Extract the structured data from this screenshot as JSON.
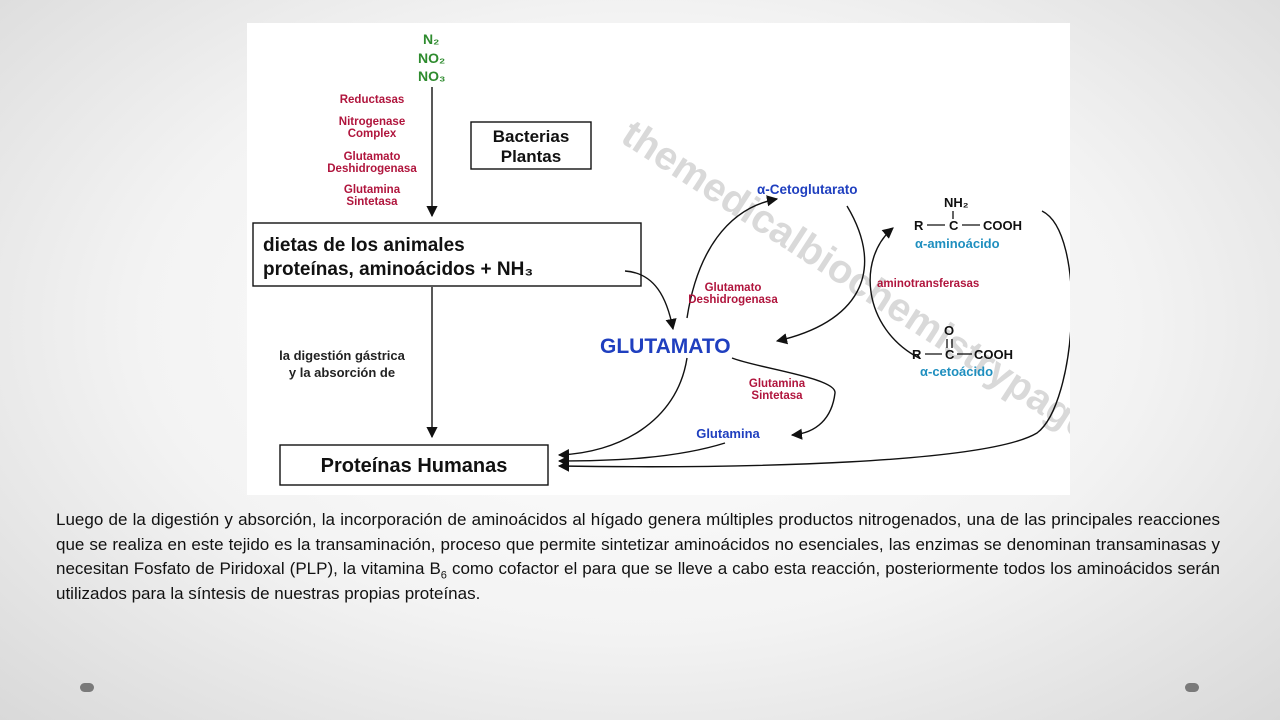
{
  "diagram": {
    "sources": {
      "n2": "N₂",
      "no2": "NO₂",
      "no3": "NO₃"
    },
    "enzymes_left": {
      "reductasas": "Reductasas",
      "nitrogenase_1": "Nitrogenase",
      "nitrogenase_2": "Complex",
      "glutamato_dh_1": "Glutamato",
      "glutamato_dh_2": "Deshidrogenasa",
      "glutamina_s_1": "Glutamina",
      "glutamina_s_2": "Sintetasa"
    },
    "box_bacterias": {
      "line1": "Bacterias",
      "line2": "Plantas"
    },
    "box_dietas": {
      "line1": "dietas de los animales",
      "line2": "proteínas, aminoácidos + NH₃"
    },
    "digestion": {
      "line1": "la digestión gástrica",
      "line2": "y la absorción de"
    },
    "box_proteinas": "Proteínas Humanas",
    "cetoglutarato": "α-Cetoglutarato",
    "glutamato_dh_right_1": "Glutamato",
    "glutamato_dh_right_2": "Deshidrogenasa",
    "glutamato": "GLUTAMATO",
    "glutamina_s_right_1": "Glutamina",
    "glutamina_s_right_2": "Sintetasa",
    "glutamina": "Glutamina",
    "aminotransferasas": "aminotransferasas",
    "amino_acid": {
      "nh2": "NH₂",
      "r": "R",
      "c": "C",
      "cooh": "COOH",
      "name": "α-aminoácido"
    },
    "keto_acid": {
      "o": "O",
      "r": "R",
      "c": "C",
      "cooh": "COOH",
      "name": "α-cetoácido"
    },
    "watermark": "themedicalbiochemistrypage.org",
    "colors": {
      "green": "#2e8b2e",
      "red": "#b0153d",
      "blue": "#1f3fbf",
      "cyan": "#1f8fbf",
      "ink": "#111111"
    }
  },
  "caption": {
    "part1": "Luego de la digestión y absorción, la incorporación de aminoácidos al hígado genera múltiples productos nitrogenados, una de las principales reacciones que se realiza en este tejido es la transaminación, proceso que permite sintetizar aminoácidos no esenciales, las enzimas se denominan transaminasas y necesitan Fosfato de Piridoxal (PLP), la vitamina B",
    "subscript": "6",
    "part2": " como cofactor el para que se lleve a cabo esta reacción, posteriormente todos los aminoácidos serán utilizados para la síntesis de nuestras propias proteínas."
  }
}
